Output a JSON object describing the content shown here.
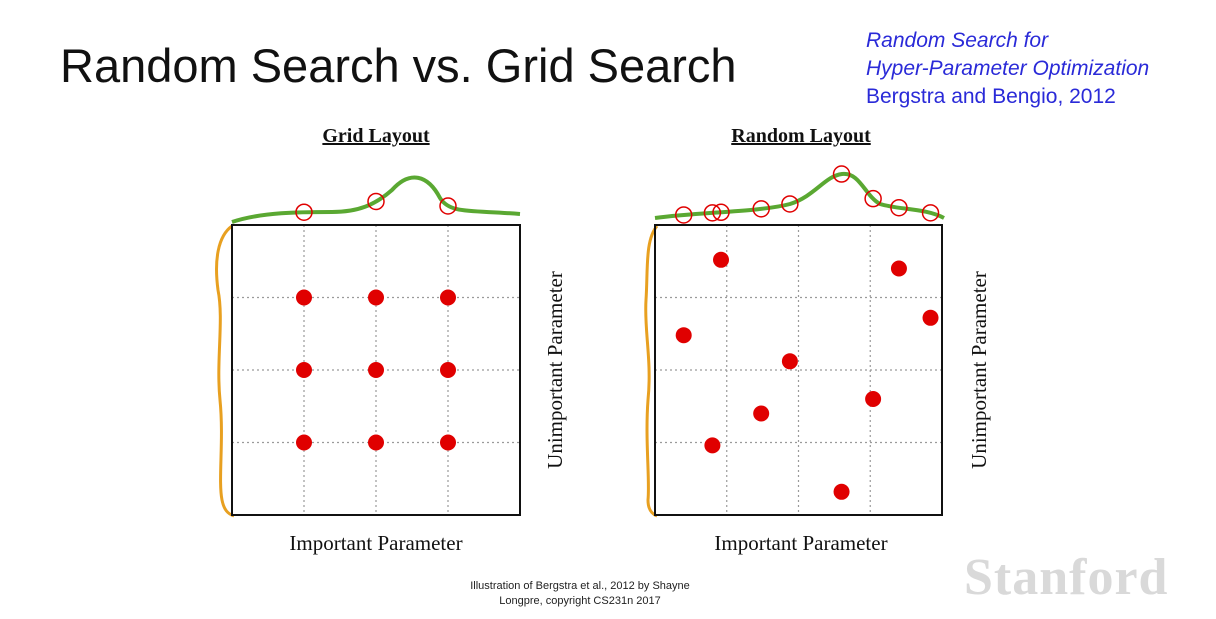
{
  "slide": {
    "title": "Random Search vs. Grid Search",
    "reference": {
      "line1": "Random Search for",
      "line2": "Hyper-Parameter Optimization",
      "line3": "Bergstra and Bengio, 2012"
    },
    "credit": {
      "line1": "Illustration of Bergstra et al., 2012 by Shayne",
      "line2": "Longpre, copyright CS231n 2017"
    },
    "watermark": "Stanford"
  },
  "colors": {
    "point": "#e00000",
    "important_curve": "#5aa832",
    "unimportant_curve": "#e8a020",
    "grid": "#9a9a9a"
  },
  "panels": [
    {
      "title": "Grid Layout",
      "xlabel": "Important Parameter",
      "ylabel": "Unimportant Parameter",
      "points": [
        [
          0.25,
          0.25
        ],
        [
          0.5,
          0.25
        ],
        [
          0.75,
          0.25
        ],
        [
          0.25,
          0.5
        ],
        [
          0.5,
          0.5
        ],
        [
          0.75,
          0.5
        ],
        [
          0.25,
          0.75
        ],
        [
          0.5,
          0.75
        ],
        [
          0.75,
          0.75
        ]
      ]
    },
    {
      "title": "Random Layout",
      "xlabel": "Important Parameter",
      "ylabel": "Unimportant Parameter",
      "points": [
        [
          0.23,
          0.88
        ],
        [
          0.85,
          0.85
        ],
        [
          0.96,
          0.68
        ],
        [
          0.1,
          0.62
        ],
        [
          0.47,
          0.53
        ],
        [
          0.76,
          0.4
        ],
        [
          0.37,
          0.35
        ],
        [
          0.2,
          0.24
        ],
        [
          0.65,
          0.08
        ]
      ]
    }
  ]
}
